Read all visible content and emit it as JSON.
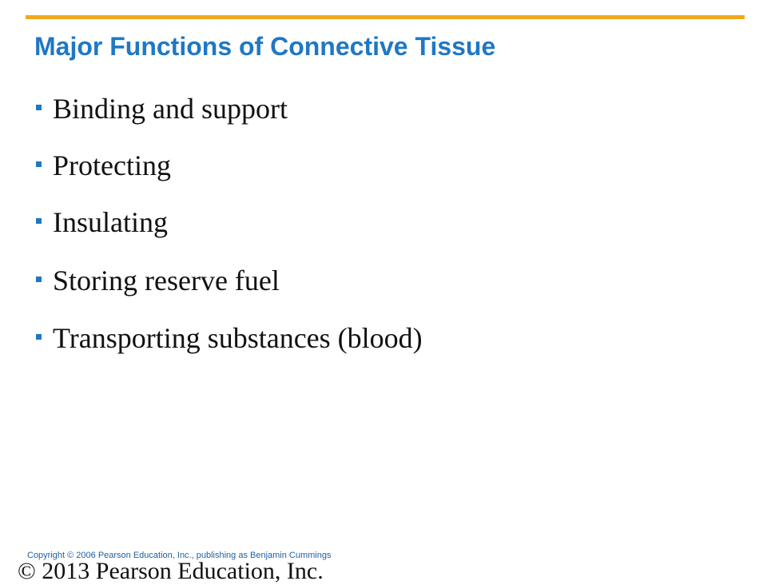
{
  "slide": {
    "title": "Major Functions of Connective Tissue",
    "bullets": [
      "Binding and support",
      "Protecting",
      "Insulating",
      "Storing reserve fuel",
      "Transporting substances (blood)"
    ]
  },
  "footer": {
    "copyright_small": "Copyright © 2006 Pearson Education, Inc., publishing as Benjamin Cummings",
    "copyright_large": "© 2013 Pearson Education, Inc."
  },
  "colors": {
    "accent_rule": "#f2a81d",
    "title": "#1f78c3",
    "bullet_marker": "#1f78c3",
    "body_text": "#111111"
  }
}
